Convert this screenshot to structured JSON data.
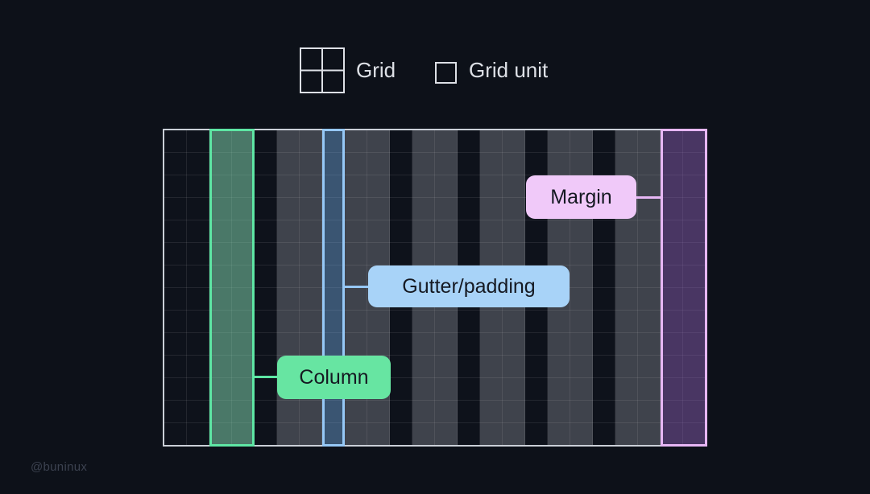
{
  "legend": {
    "grid_label": "Grid",
    "grid_unit_label": "Grid unit"
  },
  "annotations": {
    "margin": "Margin",
    "gutter": "Gutter/padding",
    "column": "Column"
  },
  "watermark": "@buninux",
  "grid_spec": {
    "columns": 7,
    "gutters": 6,
    "margins": 2,
    "cells_horizontal": 24,
    "cells_vertical": 14,
    "column_width_cells": 2,
    "gutter_width_cells": 1,
    "margin_width_cells": 2
  },
  "colors": {
    "background": "#0d1119",
    "grid_cell_dark": "#0e121b",
    "grid_column_gray": "#3f434c",
    "column_accent": "#5ee6a4",
    "gutter_accent": "#96c8f6",
    "margin_accent": "#e7b7f5",
    "column_label_bg": "#67e5a2",
    "gutter_label_bg": "#a8d3f8",
    "margin_label_bg": "#f0c9f9",
    "legend_stroke": "#dde0e6"
  }
}
